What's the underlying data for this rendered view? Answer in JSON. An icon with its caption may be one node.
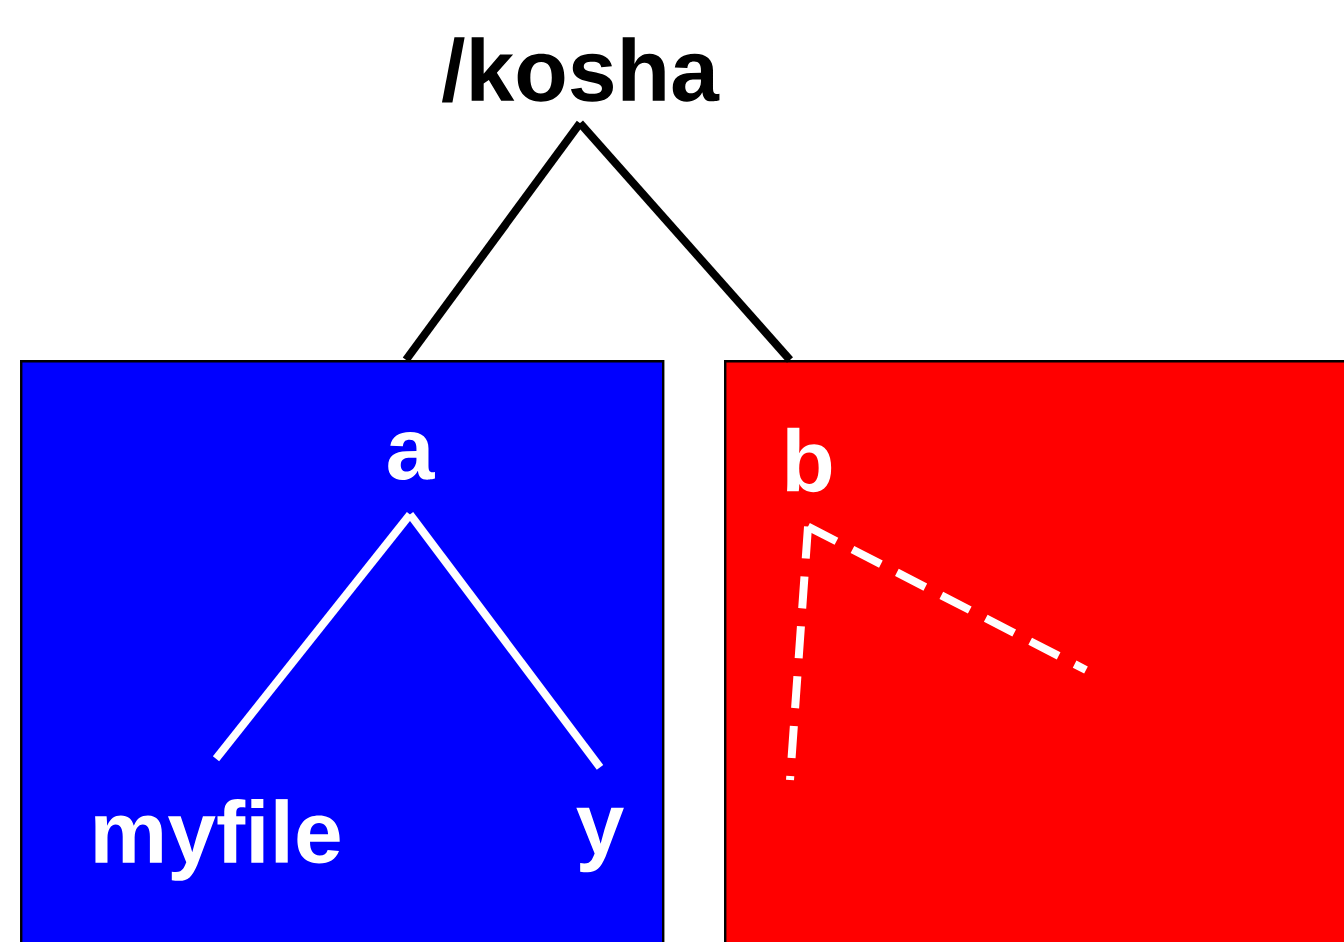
{
  "diagram": {
    "nodes": [
      {
        "text": [
          "/kosha"
        ]
      },
      {
        "text": [],
        "shape": "box"
      },
      {
        "text": [
          "a"
        ],
        "in": 1
      },
      {
        "text": [
          "myfile"
        ],
        "in": 1
      },
      {
        "text": [
          "y"
        ],
        "in": 1
      },
      {
        "text": [],
        "shape": "box"
      },
      {
        "text": [
          "b"
        ],
        "in": 5
      }
    ],
    "edges": [
      {
        "from": 0,
        "to": 1,
        "arrow": "none",
        "color": "#000000"
      },
      {
        "from": 0,
        "to": 5,
        "arrow": "none",
        "color": "#000000"
      },
      {
        "from": 2,
        "to": 3,
        "arrow": "none",
        "color": "#ffffff"
      },
      {
        "from": 2,
        "to": 4,
        "arrow": "none",
        "color": "#ffffff"
      },
      {
        "from": 6,
        "to": null,
        "arrow": "none",
        "style": "dashed",
        "color": "#ffffff"
      },
      {
        "from": 6,
        "to": null,
        "arrow": "none",
        "style": "dashed",
        "color": "#ffffff"
      }
    ]
  }
}
